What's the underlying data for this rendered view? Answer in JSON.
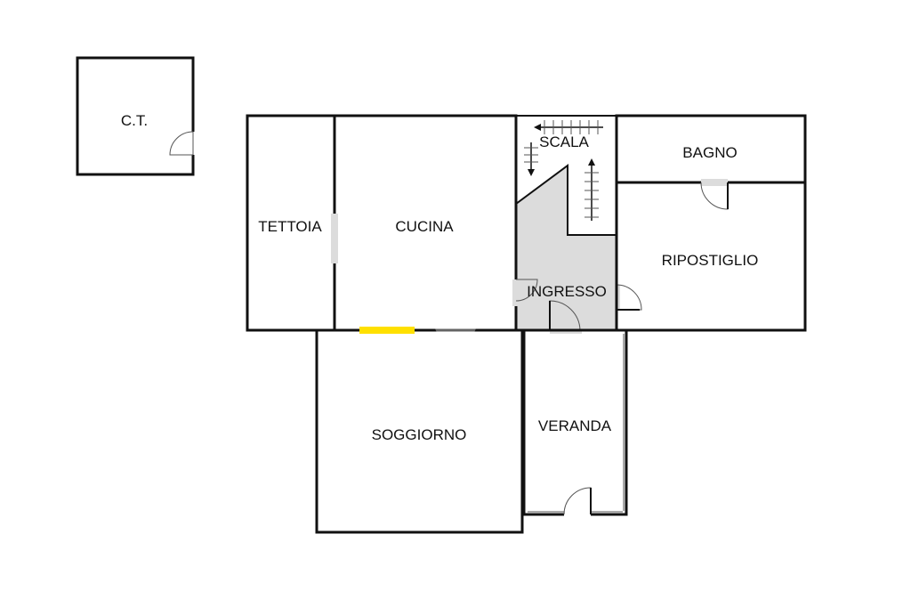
{
  "colors": {
    "room_gray": "#dcdcdc",
    "cucina": "#ffc800",
    "soggiorno": "#ffff00",
    "bagno": "#d6e9f8",
    "scala": "#ffffff",
    "wall": "#111111"
  },
  "rooms": {
    "ct": "C.T.",
    "tettoia": "TETTOIA",
    "cucina": "CUCINA",
    "scala": "SCALA",
    "bagno": "BAGNO",
    "ripostiglio": "RIPOSTIGLIO",
    "ingresso": "INGRESSO",
    "soggiorno": "SOGGIORNO",
    "veranda": "VERANDA"
  },
  "icons": {
    "watermark": "house-logo-icon"
  }
}
